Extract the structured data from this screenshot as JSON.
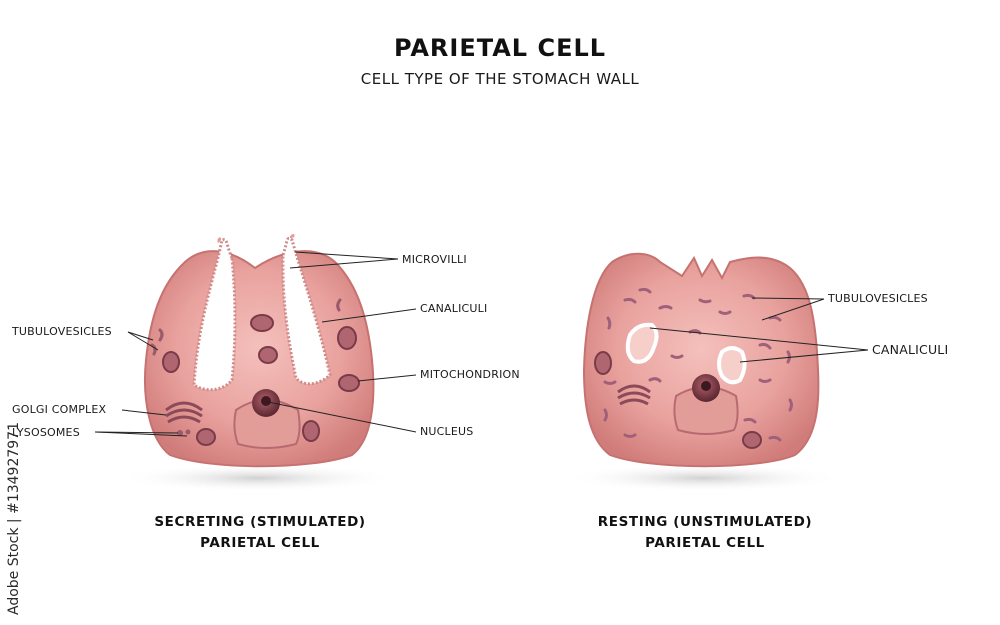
{
  "title": "PARIETAL CELL",
  "subtitle": "CELL TYPE OF THE STOMACH WALL",
  "left_cell": {
    "labels": {
      "microvilli": "MICROVILLI",
      "canaliculi": "CANALICULI",
      "mitochondrion": "MITOCHONDRION",
      "nucleus": "NUCLEUS",
      "tubulovesicles": "TUBULOVESICLES",
      "golgi": "GOLGI COMPLEX",
      "lysosomes": "LYSOSOMES"
    },
    "caption_line1": "SECRETING (STIMULATED)",
    "caption_line2": "PARIETAL CELL"
  },
  "right_cell": {
    "labels": {
      "tubulovesicles": "TUBULOVESICLES",
      "canaliculi": "CANALICULI"
    },
    "caption_line1": "RESTING (UNSTIMULATED)",
    "caption_line2": "PARIETAL CELL"
  },
  "watermark": "Adobe Stock | #134927971",
  "colors": {
    "cell_fill": "#e8a09c",
    "cell_edge": "#c06a68",
    "organelle": "#8a4a58",
    "canal_fill": "#ffffff"
  }
}
